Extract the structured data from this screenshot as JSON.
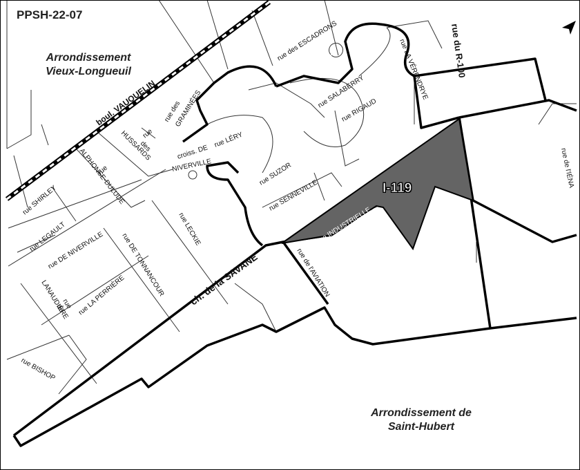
{
  "map": {
    "code": "PPSH-22-07",
    "zone_label": "I-119",
    "boroughs": {
      "vieux_longueuil_line1": "Arrondissement",
      "vieux_longueuil_line2": "Vieux-Longueuil",
      "saint_hubert_line1": "Arrondissement de",
      "saint_hubert_line2": "Saint-Hubert"
    },
    "colors": {
      "zone_fill": "#646464",
      "road_stroke": "#222222",
      "boundary_stroke": "#000000",
      "background": "#ffffff"
    },
    "icons": [
      "north-arrow-icon"
    ]
  },
  "streets": [
    {
      "id": "vauquelin",
      "text": "boul. VAUQUELIN"
    },
    {
      "id": "escadrons",
      "text": "rue des ESCADRONS"
    },
    {
      "id": "verendrye1",
      "text": "rue LA VÉRENDRYE"
    },
    {
      "id": "r100",
      "text": "rue du R-100"
    },
    {
      "id": "salaberry",
      "text": "rue SALABERRY"
    },
    {
      "id": "rigaud",
      "text": "rue RIGAUD"
    },
    {
      "id": "graminees1",
      "text": "rue des"
    },
    {
      "id": "graminees2",
      "text": "GRAMINÉES"
    },
    {
      "id": "hussards1",
      "text": "rue"
    },
    {
      "id": "hussards2",
      "text": "des"
    },
    {
      "id": "hussards3",
      "text": "HUSSARDS"
    },
    {
      "id": "lery",
      "text": "rue LÉRY"
    },
    {
      "id": "croiss1",
      "text": "croiss. DE"
    },
    {
      "id": "croiss2",
      "text": "NIVERVILLE"
    },
    {
      "id": "suzor",
      "text": "rue SUZOR"
    },
    {
      "id": "senneville",
      "text": "rue SENNEVILLE"
    },
    {
      "id": "dulude1",
      "text": "rue"
    },
    {
      "id": "dulude2",
      "text": "ALPHONSE-DULUDE"
    },
    {
      "id": "shirley",
      "text": "rue SHIRLEY"
    },
    {
      "id": "legault",
      "text": "rue LEGAULT"
    },
    {
      "id": "niverville",
      "text": "rue DE NIVERVILLE"
    },
    {
      "id": "leckie",
      "text": "rue LECKIE"
    },
    {
      "id": "tonnancour",
      "text": "rue DE TONNANCOUR"
    },
    {
      "id": "savane",
      "text": "ch. de la SAVANE"
    },
    {
      "id": "industrielle",
      "text": "rue INDUSTRIELLE"
    },
    {
      "id": "aviation",
      "text": "rue de l'AVIATION"
    },
    {
      "id": "lanaudiere1",
      "text": "rue"
    },
    {
      "id": "lanaudiere2",
      "text": "de"
    },
    {
      "id": "lanaudiere3",
      "text": "LANAUDIÈRE"
    },
    {
      "id": "perriere",
      "text": "rue LA PERRIÈRE"
    },
    {
      "id": "bishop",
      "text": "rue BISHOP"
    },
    {
      "id": "iena",
      "text": "rue de l'IÉNA"
    }
  ]
}
